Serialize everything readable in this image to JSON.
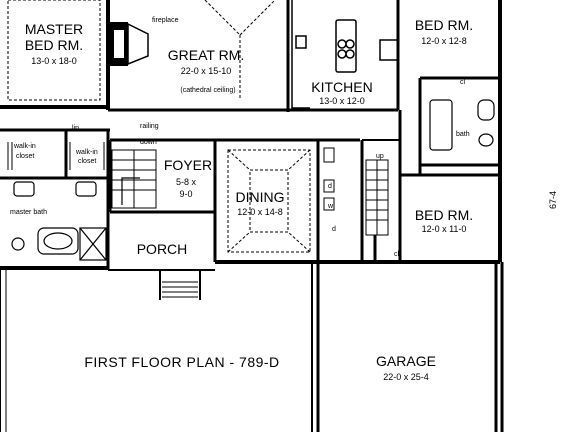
{
  "rooms": {
    "master_bed": {
      "line1": "MASTER",
      "line2": "BED RM.",
      "dim": "13-0 x 18-0"
    },
    "great": {
      "name": "GREAT RM.",
      "dim": "22-0 x 15-10",
      "note": "(cathedral ceiling)"
    },
    "kitchen": {
      "name": "KITCHEN",
      "dim": "13-0 x 12-0"
    },
    "bed1": {
      "name": "BED RM.",
      "dim": "12-0 x 12-8"
    },
    "foyer": {
      "name": "FOYER",
      "dim1": "5-8 x",
      "dim2": "9-0"
    },
    "dining": {
      "name": "DINING",
      "dim": "12-0 x 14-8"
    },
    "bed2": {
      "name": "BED RM.",
      "dim": "12-0 x 11-0"
    },
    "porch": {
      "name": "PORCH"
    },
    "garage": {
      "name": "GARAGE",
      "dim": "22-0 x 25-4"
    }
  },
  "labels": {
    "fireplace": "fireplace",
    "railing": "railing",
    "down": "down",
    "up": "up",
    "lin": "lin.",
    "walkin1a": "walk-in",
    "walkin1b": "closet",
    "walkin2a": "walk-in",
    "walkin2b": "closet",
    "master_bath": "master bath",
    "bath": "bath",
    "cl1": "cl",
    "cl2": "cl",
    "d": "d",
    "w": "w",
    "dw": "d"
  },
  "plan_title": "FIRST FLOOR PLAN - 789-D",
  "overall_dim": "67-4"
}
